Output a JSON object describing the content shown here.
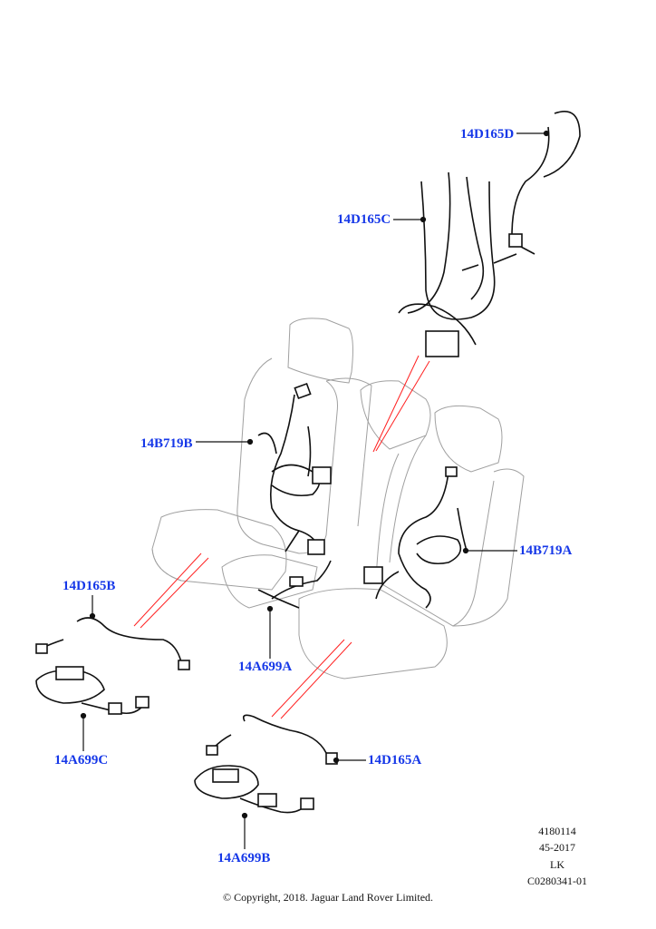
{
  "callouts": {
    "c14D165D": "14D165D",
    "c14D165C": "14D165C",
    "c14B719B": "14B719B",
    "c14B719A": "14B719A",
    "c14D165B": "14D165B",
    "c14A699A": "14A699A",
    "c14A699C": "14A699C",
    "c14D165A": "14D165A",
    "c14A699B": "14A699B"
  },
  "drawing_info": [
    "4180114",
    "45-2017",
    "LK",
    "C0280341-01"
  ],
  "copyright": "© Copyright, 2018. Jaguar Land Rover Limited.",
  "colors": {
    "callout": "#1638e8",
    "seat_outline": "#9a9a9a",
    "harness": "#111111",
    "guide_line": "#ff2020"
  }
}
